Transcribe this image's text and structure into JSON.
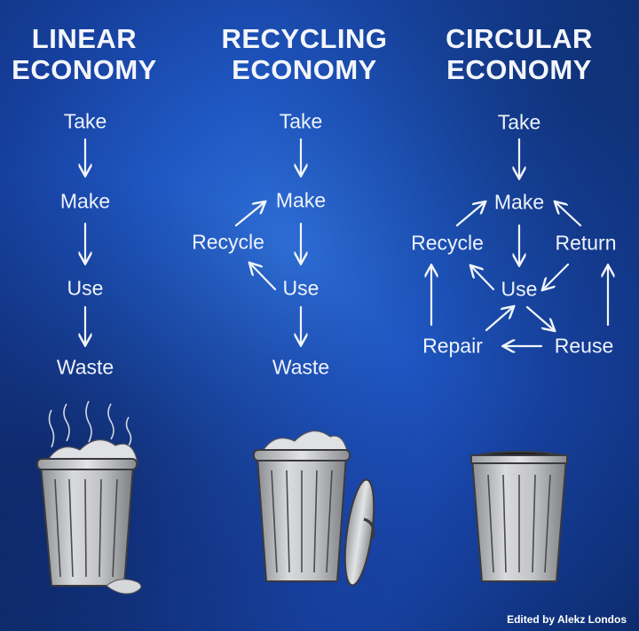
{
  "columns": [
    {
      "title": [
        "LINEAR",
        "ECONOMY"
      ],
      "nodes": {
        "take": "Take",
        "make": "Make",
        "use": "Use",
        "waste": "Waste"
      }
    },
    {
      "title": [
        "RECYCLING",
        "ECONOMY"
      ],
      "nodes": {
        "take": "Take",
        "make": "Make",
        "recycle": "Recycle",
        "use": "Use",
        "waste": "Waste"
      }
    },
    {
      "title": [
        "CIRCULAR",
        "ECONOMY"
      ],
      "nodes": {
        "take": "Take",
        "make": "Make",
        "recycle": "Recycle",
        "return": "Return",
        "use": "Use",
        "repair": "Repair",
        "reuse": "Reuse"
      }
    }
  ],
  "credit": "Edited by Alekz Londos",
  "colors": {
    "text": "#f2f5fb",
    "arrow": "#f2f5fb",
    "background": "#1f57c2"
  },
  "icons": [
    "overflowing-trash-can-icon",
    "open-trash-can-icon",
    "empty-trash-can-icon"
  ]
}
